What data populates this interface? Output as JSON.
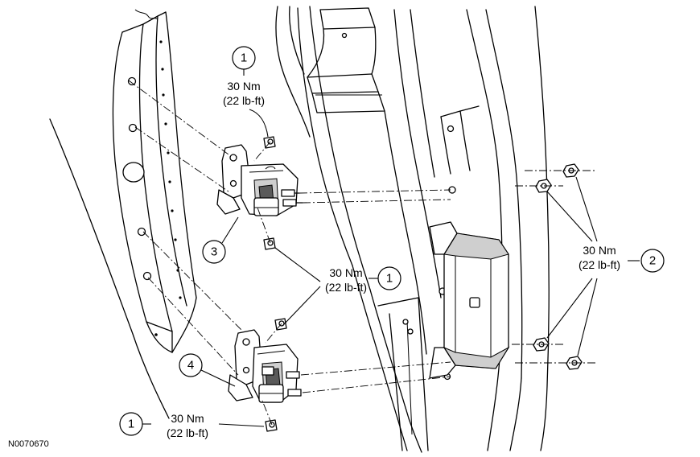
{
  "figure_id": "N0070670",
  "callouts": [
    {
      "number": "1",
      "torque_nm": "30 Nm",
      "torque_lbft": "(22 lb-ft)"
    },
    {
      "number": "1",
      "torque_nm": "30 Nm",
      "torque_lbft": "(22 lb-ft)"
    },
    {
      "number": "1",
      "torque_nm": "30 Nm",
      "torque_lbft": "(22 lb-ft)"
    },
    {
      "number": "2",
      "torque_nm": "30 Nm",
      "torque_lbft": "(22 lb-ft)"
    },
    {
      "number": "3"
    },
    {
      "number": "4"
    }
  ]
}
